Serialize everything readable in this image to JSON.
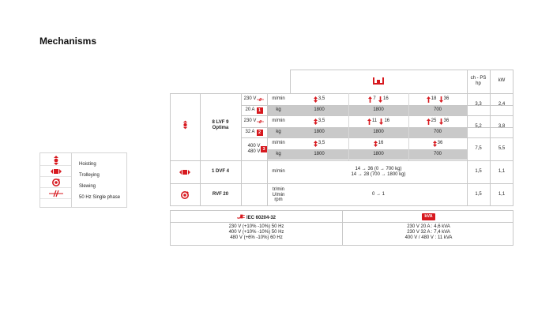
{
  "title": "Mechanisms",
  "legend": [
    {
      "icon": "hoisting-icon",
      "label": "Hoisting"
    },
    {
      "icon": "trolleying-icon",
      "label": "Trolleying"
    },
    {
      "icon": "slewing-icon",
      "label": "Slewing"
    },
    {
      "icon": "single-phase-icon",
      "label": "50 Hz Single phase"
    }
  ],
  "header": {
    "hp": "ch - PS\nhp",
    "kw": "kW"
  },
  "rows": {
    "r1": {
      "voltage": "230 V",
      "amps": "20 A",
      "badge": "1",
      "speed": "3,5",
      "hp": "3,3",
      "kw": "2,4",
      "fast": [
        {
          "dir": "up",
          "v": "7"
        },
        {
          "dir": "down",
          "v": "16"
        }
      ],
      "slow": [
        {
          "dir": "up",
          "v": "18"
        },
        {
          "dir": "down",
          "v": "36"
        }
      ],
      "kg": [
        "1800",
        "1800",
        "700"
      ]
    },
    "r2": {
      "voltage": "230 V",
      "amps": "32 A",
      "badge": "2",
      "speed": "3,5",
      "hp": "5,2",
      "kw": "3,8",
      "fast": [
        {
          "dir": "up",
          "v": "11"
        },
        {
          "dir": "down",
          "v": "16"
        }
      ],
      "slow": [
        {
          "dir": "up",
          "v": "25"
        },
        {
          "dir": "down",
          "v": "36"
        }
      ],
      "kg": [
        "1800",
        "1800",
        "700"
      ]
    },
    "r3": {
      "voltage": "400 V",
      "voltage2": "480 V",
      "badge": "3",
      "speed": "3,5",
      "hp": "7,5",
      "kw": "5,5",
      "fast": "16",
      "slow": "36",
      "kg": [
        "1800",
        "1800",
        "700"
      ]
    }
  },
  "units": {
    "mmin": "m/min",
    "kg": "kg",
    "tr": "tr/min\nU/min\nrpm"
  },
  "mechanisms": {
    "hoist_name": "8 LVF 9\nOptima",
    "trolley_name": "1 DVF 4",
    "trolley_speeds": "14 → 36 (0 → 700 kg)\n14 → 28 (700 → 1800 kg)",
    "trolley_hp": "1,5",
    "trolley_kw": "1,1",
    "slew_name": "RVF 20",
    "slew_speed": "0 → 1",
    "slew_hp": "1,5",
    "slew_kw": "1,1"
  },
  "bottom": {
    "left_head": "IEC 60204-32",
    "left_lines": "230 V (+10% -10%) 50 Hz\n400 V (+10% -10%) 50 Hz\n480 V (+6% -10%) 60 Hz",
    "right_head": "kVA",
    "right_lines": "230 V  20 A : 4,6 kVA\n230 V  32 A : 7,4 kVA\n400 V / 480 V : 11 kVA"
  },
  "colors": {
    "accent": "#d7191f",
    "band": "#c9c9c9",
    "line": "#c8c8c8"
  }
}
